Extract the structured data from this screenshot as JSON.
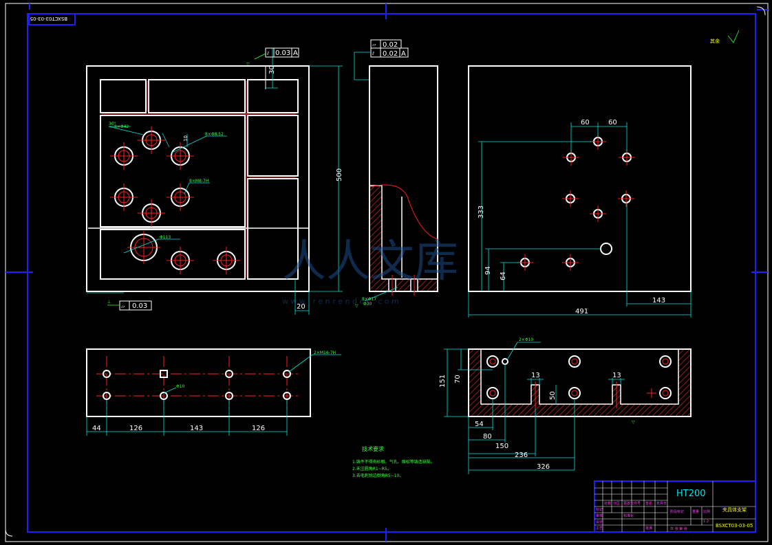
{
  "drawing": {
    "code": "BSXCT03-03-05",
    "code_mirrored": "BSXCT03-03-05",
    "material": "HT200",
    "part_name": "夹具体支架",
    "roughness_note": "其余",
    "tech_title": "技术要求",
    "tech_notes": [
      "1.铸件不得有砂眼、气孔、缩松等铸造缺陷。",
      "2.未注圆角R1~R5。",
      "3.去毛刺锐边倒角R5~10。"
    ],
    "watermark": "人人文库",
    "watermark_url": "w w w . r e n r e n d o c . c o m"
  },
  "front_view": {
    "flatness": "0.03",
    "datum": "A",
    "dim_30": "30",
    "dim_500": "500",
    "dim_20": "20",
    "callouts": {
      "c1": "8×Φ42",
      "c2": "8×Φ8.52",
      "c3": "8×M8-7H",
      "c4": "Φ113",
      "c5": "10",
      "c6": "30°"
    },
    "bottom_flatness": "0.03"
  },
  "side_view": {
    "flatness": "0.02",
    "parallel": "0.02",
    "datum": "A",
    "hole_note": "8×Φ17",
    "hole_note2": "Φ30"
  },
  "right_view": {
    "dim_60a": "60",
    "dim_60b": "60",
    "dim_333": "333",
    "dim_94": "94",
    "dim_64": "64",
    "dim_143": "143",
    "dim_491": "491"
  },
  "bottom_left_view": {
    "dim_44": "44",
    "dim_126a": "126",
    "dim_143": "143",
    "dim_126b": "126",
    "callout": "2×M16-7H",
    "callout2": "Φ10"
  },
  "bottom_right_view": {
    "dim_151": "151",
    "dim_70": "70",
    "dim_13a": "13",
    "dim_13b": "13",
    "dim_50": "50",
    "dim_54": "54",
    "dim_80": "80",
    "dim_150": "150",
    "dim_236": "236",
    "dim_326": "326",
    "callout": "2×Φ10"
  },
  "title_block": {
    "rows": [
      "标记",
      "设计",
      "审核",
      "工艺"
    ],
    "labels": [
      "处数",
      "分区",
      "更改文件号",
      "签名",
      "年月日",
      "标准化",
      "批准",
      "阶段标记",
      "重量",
      "比例",
      "共 张 第 张"
    ],
    "scale": "1:2"
  }
}
